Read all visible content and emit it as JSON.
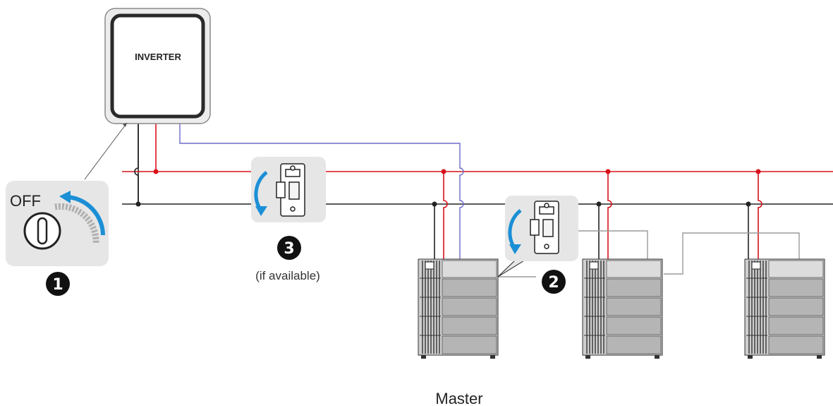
{
  "inverter": {
    "label": "INVERTER"
  },
  "switch": {
    "state_label": "OFF"
  },
  "steps": [
    {
      "number": "1"
    },
    {
      "number": "2"
    },
    {
      "number": "3",
      "note": "(if available)"
    }
  ],
  "master_label": "Master",
  "colors": {
    "positive_wire": "#d9121c",
    "negative_wire": "#222222",
    "comm_wire": "#6b6bc8",
    "link_wire": "#9a9a9a",
    "arrow": "#1b8fd6",
    "panel_bg": "#e6e6e6",
    "battery_top": "#d4d4d4",
    "battery_module": "#b5b5b5"
  }
}
